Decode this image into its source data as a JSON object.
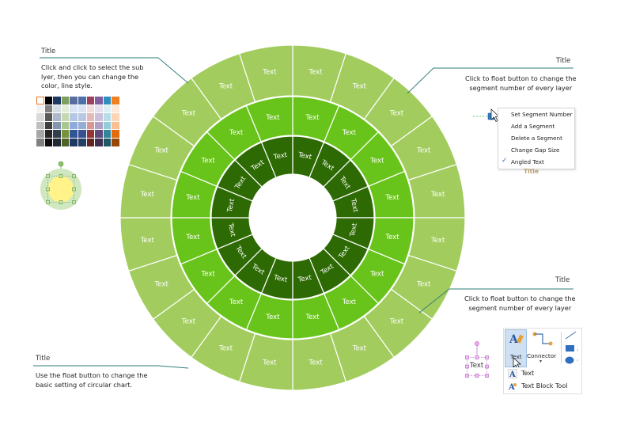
{
  "diagram": {
    "segment_label": "Text",
    "outer_ring_segments": 20,
    "middle_ring_segments": 16,
    "inner_ring_segments": 16,
    "colors": {
      "outer": "#a2cd5e",
      "middle": "#68c41a",
      "inner": "#2d6a04",
      "background": "#ffffff",
      "annotation_line": "#2e7d78"
    }
  },
  "annotations": {
    "top_left": {
      "title": "Title",
      "description": [
        "Click and click to select the sub",
        "lyer, then you can change the",
        "color, line style."
      ]
    },
    "top_right": {
      "title": "Title",
      "description": [
        "Click to float button to change the",
        "segment number of every layer"
      ]
    },
    "middle_right": {
      "title": "Title",
      "description": [
        "Click to float button to change the",
        "segment number of every layer"
      ]
    },
    "bottom_left": {
      "title": "Title",
      "description": [
        "Use the float button to change the",
        "basic setting of circular chart."
      ]
    }
  },
  "palette": {
    "colors": [
      "#ffffff",
      "#000000",
      "#1f3864",
      "#7f9f5f",
      "#5a6f9f",
      "#4f6fa8",
      "#9f3f5f",
      "#7f5f9f",
      "#2f8fbf",
      "#f08020",
      "#f2f2f2",
      "#7f7f7f",
      "#d6dce4",
      "#e2ecd6",
      "#dae3f3",
      "#dbe2f1",
      "#f2dcdb",
      "#e4dfec",
      "#daeef3",
      "#fde9d9",
      "#d9d9d9",
      "#595959",
      "#acb9ca",
      "#c5d9b1",
      "#b4c7e7",
      "#b8c7e3",
      "#e6b9b8",
      "#ccc0da",
      "#b7dde8",
      "#fcd5b4",
      "#bfbfbf",
      "#3f3f3f",
      "#8496b0",
      "#a9c68c",
      "#8faadc",
      "#95acd5",
      "#d99694",
      "#b2a1c7",
      "#92cddc",
      "#fabf8f",
      "#a6a6a6",
      "#262626",
      "#323f4f",
      "#76923c",
      "#2f5597",
      "#375092",
      "#963634",
      "#604a7b",
      "#31859c",
      "#e26b0a",
      "#808080",
      "#0d0d0d",
      "#222a35",
      "#4f6228",
      "#1f3864",
      "#243f60",
      "#632523",
      "#3f3151",
      "#205867",
      "#974806"
    ]
  },
  "context_menu": {
    "items": [
      {
        "label": "Set Segment Number",
        "checked": false
      },
      {
        "label": "Add a Segment",
        "checked": false
      },
      {
        "label": "Delete a Segment",
        "checked": false
      },
      {
        "label": "Change Gap Size",
        "checked": false
      },
      {
        "label": "Angled Text",
        "checked": true
      }
    ],
    "ghost_title": "Title"
  },
  "ribbon": {
    "text_label": "Text",
    "connector_label": "Connector",
    "sample_text": "Text",
    "dropdown_items": [
      {
        "label": "Text",
        "icon": "text-icon"
      },
      {
        "label": "Text Block Tool",
        "icon": "text-block-tool-icon"
      }
    ]
  }
}
